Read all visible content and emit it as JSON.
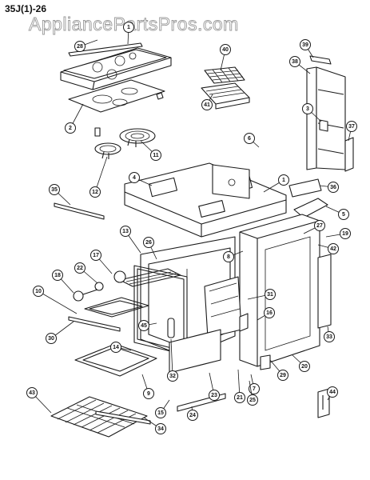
{
  "page_code": "35J(1)​-26",
  "watermark": "AppliancePartsPros.com",
  "callouts": [
    {
      "id": "c28",
      "label": "28"
    },
    {
      "id": "c1a",
      "label": "1"
    },
    {
      "id": "c40",
      "label": "40"
    },
    {
      "id": "c39",
      "label": "39"
    },
    {
      "id": "c38",
      "label": "38"
    },
    {
      "id": "c41",
      "label": "41"
    },
    {
      "id": "c3",
      "label": "3"
    },
    {
      "id": "c2",
      "label": "2"
    },
    {
      "id": "c37",
      "label": "37"
    },
    {
      "id": "c6",
      "label": "6"
    },
    {
      "id": "c11",
      "label": "11"
    },
    {
      "id": "c12",
      "label": "12"
    },
    {
      "id": "c4",
      "label": "4"
    },
    {
      "id": "c1b",
      "label": "1"
    },
    {
      "id": "c35",
      "label": "35"
    },
    {
      "id": "c36",
      "label": "36"
    },
    {
      "id": "c5",
      "label": "5"
    },
    {
      "id": "c27",
      "label": "27"
    },
    {
      "id": "c13",
      "label": "13"
    },
    {
      "id": "c26",
      "label": "26"
    },
    {
      "id": "c19",
      "label": "19"
    },
    {
      "id": "c42",
      "label": "42"
    },
    {
      "id": "c8",
      "label": "8"
    },
    {
      "id": "c17",
      "label": "17"
    },
    {
      "id": "c22",
      "label": "22"
    },
    {
      "id": "c18",
      "label": "18"
    },
    {
      "id": "c10",
      "label": "10"
    },
    {
      "id": "c31",
      "label": "31"
    },
    {
      "id": "c16",
      "label": "16"
    },
    {
      "id": "c45",
      "label": "45"
    },
    {
      "id": "c30",
      "label": "30"
    },
    {
      "id": "c14",
      "label": "14"
    },
    {
      "id": "c33",
      "label": "33"
    },
    {
      "id": "c32",
      "label": "32"
    },
    {
      "id": "c29",
      "label": "29"
    },
    {
      "id": "c20",
      "label": "20"
    },
    {
      "id": "c7",
      "label": "7"
    },
    {
      "id": "c9",
      "label": "9"
    },
    {
      "id": "c23",
      "label": "23"
    },
    {
      "id": "c21",
      "label": "21"
    },
    {
      "id": "c25",
      "label": "25"
    },
    {
      "id": "c43",
      "label": "43"
    },
    {
      "id": "c15",
      "label": "15"
    },
    {
      "id": "c24",
      "label": "24"
    },
    {
      "id": "c44",
      "label": "44"
    },
    {
      "id": "c34",
      "label": "34"
    }
  ]
}
